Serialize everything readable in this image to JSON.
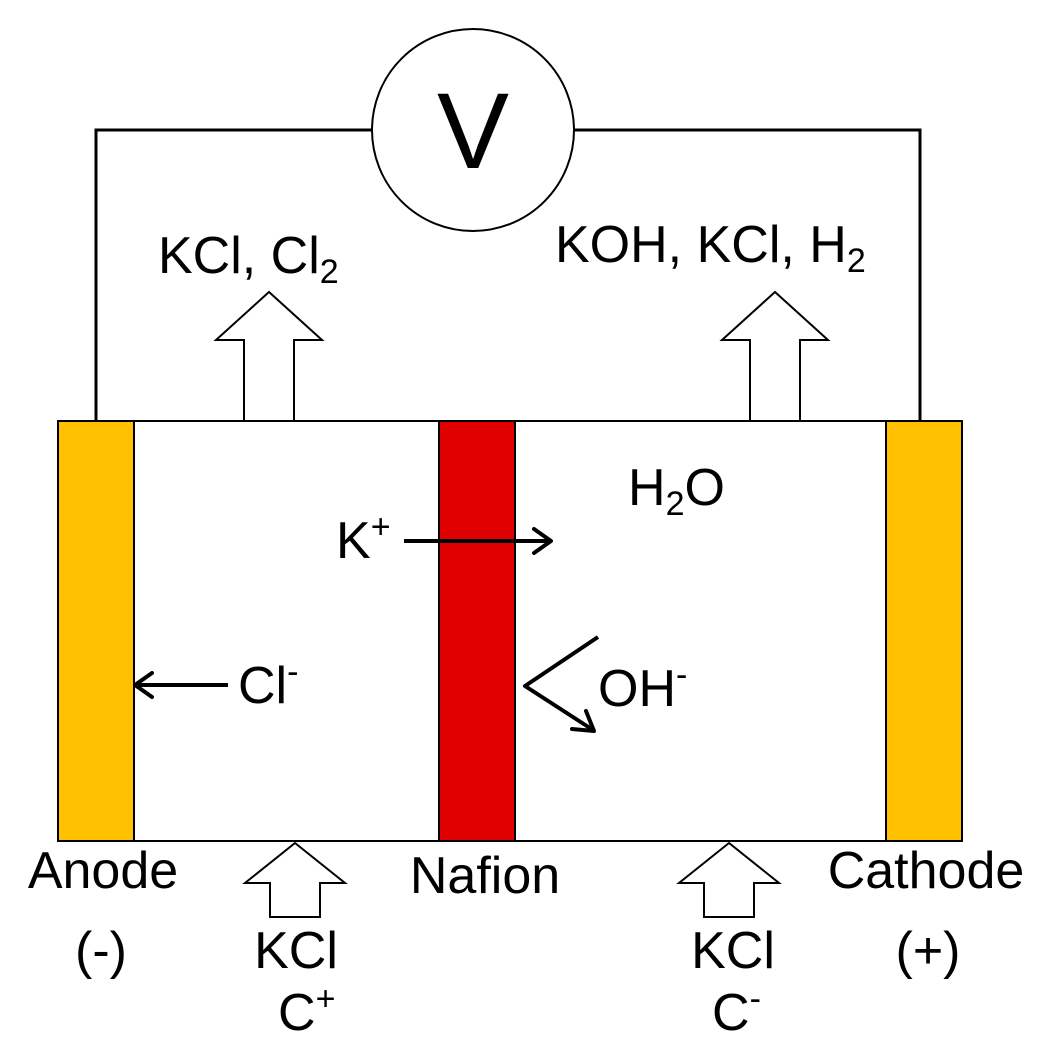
{
  "meter": {
    "symbol": "V"
  },
  "outlets": {
    "anode": {
      "main": "KCl, Cl",
      "sub": "2"
    },
    "cathode": {
      "main": "KOH, KCl, H",
      "sub": "2"
    }
  },
  "cell": {
    "water": {
      "a": "H",
      "sub": "2",
      "b": "O"
    },
    "k_ion": {
      "base": "K",
      "sup": "+"
    },
    "cl_ion": {
      "base": "Cl",
      "sup": "-"
    },
    "oh_ion": {
      "base": "OH",
      "sup": "-"
    }
  },
  "labels": {
    "anode": "Anode",
    "anode_sign": "(-)",
    "membrane": "Nafion",
    "cathode": "Cathode",
    "cathode_sign": "(+)"
  },
  "inlets": {
    "left": {
      "name": "KCl",
      "conc_base": "C",
      "conc_sup": "+"
    },
    "right": {
      "name": "KCl",
      "conc_base": "C",
      "conc_sup": "-"
    }
  },
  "colors": {
    "electrode": "#FFC000",
    "membrane": "#E00000",
    "line": "#000000",
    "electrode_border": "#000000"
  }
}
